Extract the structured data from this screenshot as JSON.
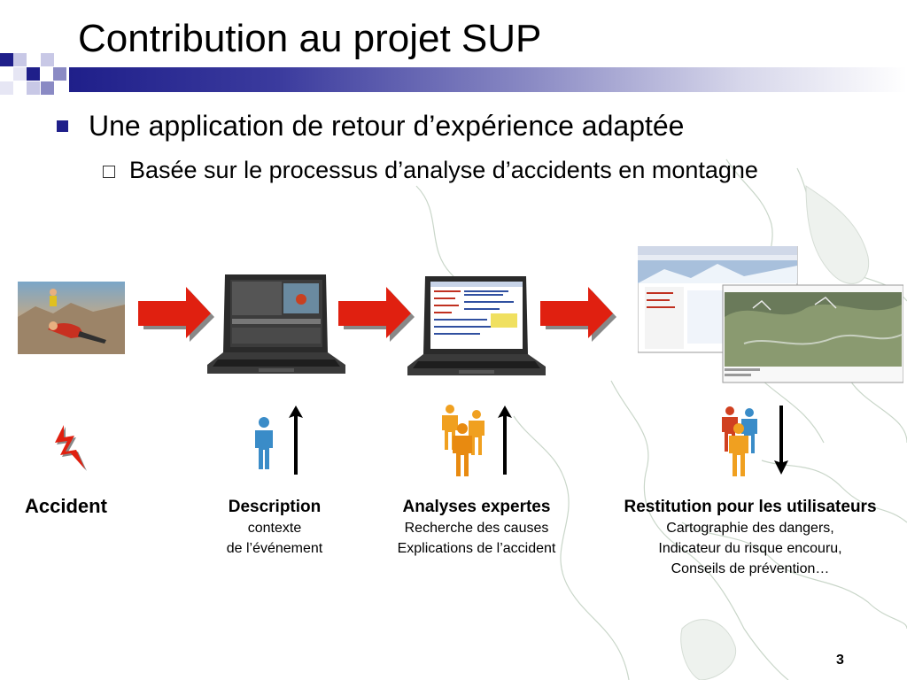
{
  "slide": {
    "title": "Contribution au projet SUP",
    "page_number": "3",
    "bullets": [
      {
        "level": 1,
        "text": "Une application de retour d’expérience adaptée"
      },
      {
        "level": 2,
        "text": "Basée sur le processus d’analyse d’accidents en montagne"
      }
    ]
  },
  "flow": {
    "accident": {
      "label": "Accident"
    },
    "description": {
      "title": "Description",
      "lines": [
        "contexte",
        "de l’événement"
      ]
    },
    "analyses": {
      "title": "Analyses expertes",
      "lines": [
        "Recherche des causes",
        "Explications de l’accident"
      ]
    },
    "restitution": {
      "title": "Restitution pour les utilisateurs",
      "lines": [
        "Cartographie des dangers,",
        "Indicateur du risque encouru,",
        "Conseils de prévention…"
      ]
    }
  },
  "icons": {
    "arrow": "red-arrow-icon",
    "lightning": "lightning-icon",
    "person": "person-icon",
    "group": "group-icon",
    "up_arrow": "up-arrow-icon",
    "down_arrow": "down-arrow-icon"
  },
  "colors": {
    "title_bar": "#1f1f8a",
    "arrow_red": "#e02010",
    "person_blue": "#3a8cc8",
    "person_orange": "#f0a020",
    "person_red": "#d04020"
  }
}
